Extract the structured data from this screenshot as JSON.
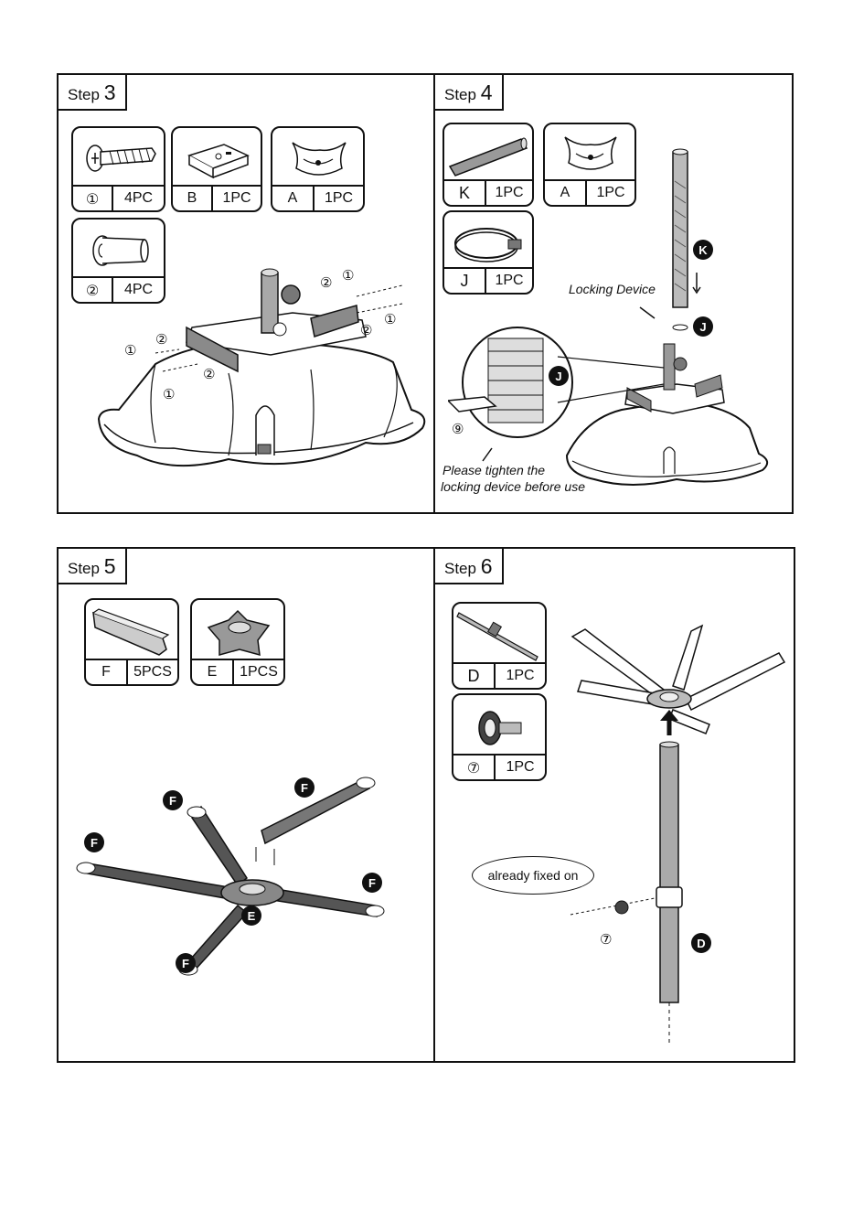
{
  "step3": {
    "label": "Step",
    "number": "3",
    "parts": [
      {
        "code": "①",
        "qty": "4PC"
      },
      {
        "code": "B",
        "qty": "1PC"
      },
      {
        "code": "A",
        "qty": "1PC"
      },
      {
        "code": "②",
        "qty": "4PC"
      }
    ],
    "screw_marks": [
      "①",
      "②",
      "①",
      "②",
      "②",
      "①",
      "①",
      "②"
    ],
    "screw_marks_extra": [
      "①",
      "②"
    ]
  },
  "step4": {
    "label": "Step",
    "number": "4",
    "parts": [
      {
        "code": "K",
        "qty": "1PC"
      },
      {
        "code": "A",
        "qty": "1PC"
      },
      {
        "code": "J",
        "qty": "1PC"
      }
    ],
    "locking_device_label": "Locking Device",
    "badge_k": "K",
    "badge_j": "J",
    "badge_j2": "J",
    "mark_9": "⑨",
    "tighten_note_line1": "Please tighten the",
    "tighten_note_line2": "locking device before use"
  },
  "step5": {
    "label": "Step",
    "number": "5",
    "parts": [
      {
        "code": "F",
        "qty": "5PCS"
      },
      {
        "code": "E",
        "qty": "1PCS"
      }
    ],
    "badges": [
      "F",
      "F",
      "F",
      "F",
      "F",
      "E"
    ]
  },
  "step6": {
    "label": "Step",
    "number": "6",
    "parts": [
      {
        "code": "D",
        "qty": "1PC"
      },
      {
        "code": "⑦",
        "qty": "1PC"
      }
    ],
    "bubble_text": "already fixed on",
    "mark_7": "⑦",
    "badge_d": "D"
  }
}
